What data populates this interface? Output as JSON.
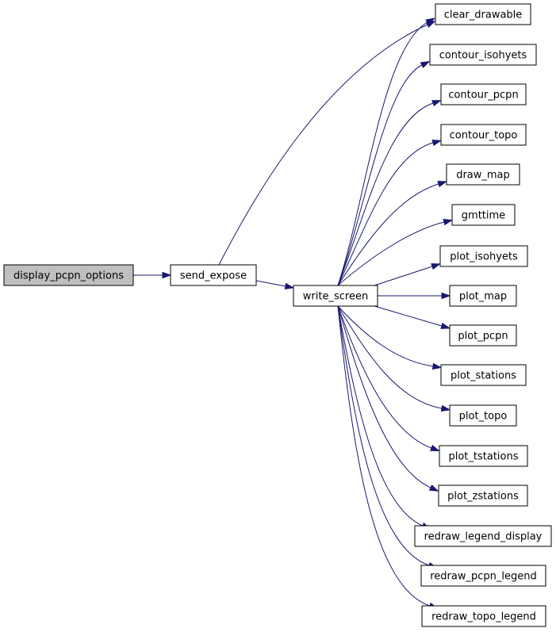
{
  "colors": {
    "edge": "#191970",
    "node_fill": "#ffffff",
    "root_fill": "#bfbfbf",
    "node_border": "#000000"
  },
  "nodes": [
    {
      "id": "display_pcpn_options",
      "label": "display_pcpn_options",
      "root": true
    },
    {
      "id": "send_expose",
      "label": "send_expose"
    },
    {
      "id": "write_screen",
      "label": "write_screen"
    },
    {
      "id": "clear_drawable",
      "label": "clear_drawable"
    },
    {
      "id": "contour_isohyets",
      "label": "contour_isohyets"
    },
    {
      "id": "contour_pcpn",
      "label": "contour_pcpn"
    },
    {
      "id": "contour_topo",
      "label": "contour_topo"
    },
    {
      "id": "draw_map",
      "label": "draw_map"
    },
    {
      "id": "gmttime",
      "label": "gmttime"
    },
    {
      "id": "plot_isohyets",
      "label": "plot_isohyets"
    },
    {
      "id": "plot_map",
      "label": "plot_map"
    },
    {
      "id": "plot_pcpn",
      "label": "plot_pcpn"
    },
    {
      "id": "plot_stations",
      "label": "plot_stations"
    },
    {
      "id": "plot_topo",
      "label": "plot_topo"
    },
    {
      "id": "plot_tstations",
      "label": "plot_tstations"
    },
    {
      "id": "plot_zstations",
      "label": "plot_zstations"
    },
    {
      "id": "redraw_legend_display",
      "label": "redraw_legend_display"
    },
    {
      "id": "redraw_pcpn_legend",
      "label": "redraw_pcpn_legend"
    },
    {
      "id": "redraw_topo_legend",
      "label": "redraw_topo_legend"
    }
  ],
  "edges": [
    {
      "from": "display_pcpn_options",
      "to": "send_expose"
    },
    {
      "from": "send_expose",
      "to": "clear_drawable"
    },
    {
      "from": "send_expose",
      "to": "write_screen"
    },
    {
      "from": "write_screen",
      "to": "clear_drawable"
    },
    {
      "from": "write_screen",
      "to": "contour_isohyets"
    },
    {
      "from": "write_screen",
      "to": "contour_pcpn"
    },
    {
      "from": "write_screen",
      "to": "contour_topo"
    },
    {
      "from": "write_screen",
      "to": "draw_map"
    },
    {
      "from": "write_screen",
      "to": "gmttime"
    },
    {
      "from": "write_screen",
      "to": "plot_isohyets"
    },
    {
      "from": "write_screen",
      "to": "plot_map"
    },
    {
      "from": "write_screen",
      "to": "plot_pcpn"
    },
    {
      "from": "write_screen",
      "to": "plot_stations"
    },
    {
      "from": "write_screen",
      "to": "plot_topo"
    },
    {
      "from": "write_screen",
      "to": "plot_tstations"
    },
    {
      "from": "write_screen",
      "to": "plot_zstations"
    },
    {
      "from": "write_screen",
      "to": "redraw_legend_display"
    },
    {
      "from": "write_screen",
      "to": "redraw_pcpn_legend"
    },
    {
      "from": "write_screen",
      "to": "redraw_topo_legend"
    }
  ]
}
